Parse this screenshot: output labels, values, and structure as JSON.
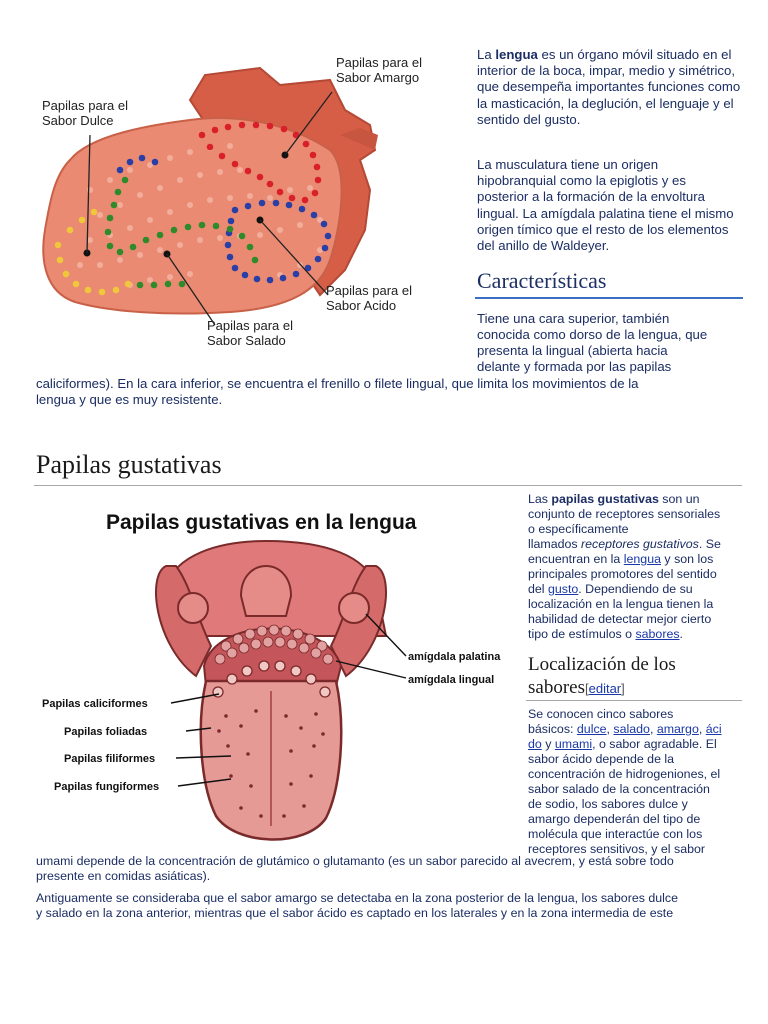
{
  "intro": {
    "p1_pre": "La ",
    "p1_bold": "lengua",
    "p1_rest": " es un órgano móvil situado en el interior de la boca, impar, medio y simétrico, que desempeña importantes funciones como la masticación, la deglución, el lenguaje y el sentido del gusto.",
    "p2": "La musculatura tiene un origen hipobranquial como la epiglotis y es posterior a la formación de la envoltura lingual. La amígdala palatina tiene el mismo origen tímico que el resto de los elementos del anillo de Waldeyer."
  },
  "taste_map_figure": {
    "labels": {
      "amargo_line1": "Papilas para el",
      "amargo_line2": "Sabor Amargo",
      "dulce_line1": "Papilas para el",
      "dulce_line2": "Sabor Dulce",
      "acido_line1": "Papilas para el",
      "acido_line2": "Sabor Acido",
      "salado_line1": "Papilas para el",
      "salado_line2": "Sabor Salado"
    },
    "colors": {
      "amargo": "#d9202a",
      "dulce": "#e8c23a",
      "salado": "#2f8a2a",
      "acido": "#2a3fa6",
      "tongue": "#e9826a"
    }
  },
  "caracteristicas": {
    "heading": "Características",
    "text_narrow_1": "Tiene una cara superior, también",
    "text_narrow_2": "conocida como dorso de la lengua, que",
    "text_narrow_3": "presenta la lingual (abierta hacia",
    "text_narrow_4": "delante y formada por las papilas",
    "text_full_1": "caliciformes). En la cara inferior, se encuentra el frenillo o filete lingual, que limita los movimientos de la",
    "text_full_2": "lengua y que es muy resistente."
  },
  "papilas": {
    "heading": "Papilas gustativas",
    "figure_title": "Papilas gustativas en la lengua",
    "figure_labels": {
      "amigdala_palatina": "amígdala palatina",
      "amigdala_lingual": "amígdala lingual",
      "caliciformes": "Papilas caliciformes",
      "foliadas": "Papilas foliadas",
      "filiformes": "Papilas filiformes",
      "fungiformes": "Papilas fungiformes"
    },
    "desc": {
      "l1_pre": "Las ",
      "l1_bold": "papilas gustativas",
      "l1_post": " son un",
      "l2": "conjunto de receptores sensoriales",
      "l3": "o específicamente",
      "l4_pre": "llamados ",
      "l4_italic": "receptores gustativos",
      "l4_post": ". Se",
      "l5_pre": "encuentran en la ",
      "l5_link": "lengua",
      "l5_post": " y son los",
      "l6": "principales promotores del sentido",
      "l7_pre": "del ",
      "l7_link": "gusto",
      "l7_post": ". Dependiendo de su",
      "l8": "localización en la lengua tienen la",
      "l9": "habilidad de detectar mejor cierto",
      "l10_pre": "tipo de estímulos o ",
      "l10_link": "sabores",
      "l10_post": "."
    }
  },
  "localizacion": {
    "heading_1": "Localización de los",
    "heading_2": "sabores",
    "edit_open": "[",
    "edit_link": "editar",
    "edit_close": "]",
    "l1": "Se conocen cinco sabores",
    "l2_pre": "básicos: ",
    "l2_dulce": "dulce",
    "l2_sep1": ", ",
    "l2_salado": "salado",
    "l2_sep2": ", ",
    "l2_amargo": "amargo",
    "l2_sep3": ", ",
    "l2_aci": "áci",
    "l3_do": "do",
    "l3_y": " y ",
    "l3_umami": "umami",
    "l3_post": ", o sabor agradable. El",
    "l4": "sabor ácido depende de la",
    "l5": "concentración de hidrogeniones, el",
    "l6": "sabor salado de la concentración",
    "l7": "de sodio, los sabores dulce y",
    "l8": "amargo dependerán del tipo de",
    "l9": "molécula que interactúe con los",
    "l10": "receptores sensitivos, y el sabor",
    "full1": "umami depende de la concentración de glutámico o glutamanto (es un sabor parecido al avecrem, y está sobre todo",
    "full2": "presente en comidas asiáticas).",
    "p2_l1": "Antiguamente se consideraba que el sabor amargo se detectaba en la zona posterior de la lengua, los sabores dulce",
    "p2_l2": "y salado en la zona anterior, mientras que el sabor ácido es captado en los laterales y en la zona intermedia de este"
  }
}
